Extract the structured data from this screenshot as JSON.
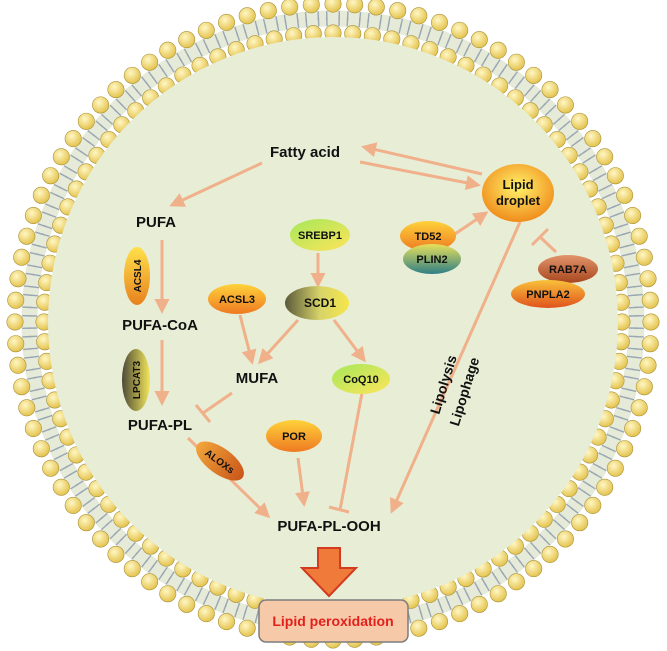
{
  "nodes": {
    "fatty_acid": "Fatty acid",
    "pufa": "PUFA",
    "pufa_coa": "PUFA-CoA",
    "pufa_pl": "PUFA-PL",
    "mufa": "MUFA",
    "pufa_pl_ooh": "PUFA-PL-OOH",
    "lipid_droplet_1": "Lipid",
    "lipid_droplet_2": "droplet",
    "lipid_peroxidation": "Lipid peroxidation"
  },
  "enzymes": {
    "acsl4": "ACSL4",
    "lpcat3": "LPCAT3",
    "acsl3": "ACSL3",
    "srebp1": "SREBP1",
    "scd1": "SCD1",
    "coq10": "CoQ10",
    "por": "POR",
    "aloxs": "ALOXs",
    "td52": "TD52",
    "plin2": "PLIN2",
    "rab7a": "RAB7A",
    "pnpla2": "PNPLA2"
  },
  "edge_labels": {
    "lipolysis": "Lipolysis",
    "lipophage": "Lipophage"
  },
  "colors": {
    "cytoplasm": "#e8edd6",
    "lipid_head": "#f3dc7a",
    "lipid_tail": "#9aa7b3",
    "arrow": "#f0b08a",
    "peroxidation_box": "#f6c9a8",
    "peroxidation_text": "#e3201b",
    "block_arrow": "#e2452b"
  }
}
